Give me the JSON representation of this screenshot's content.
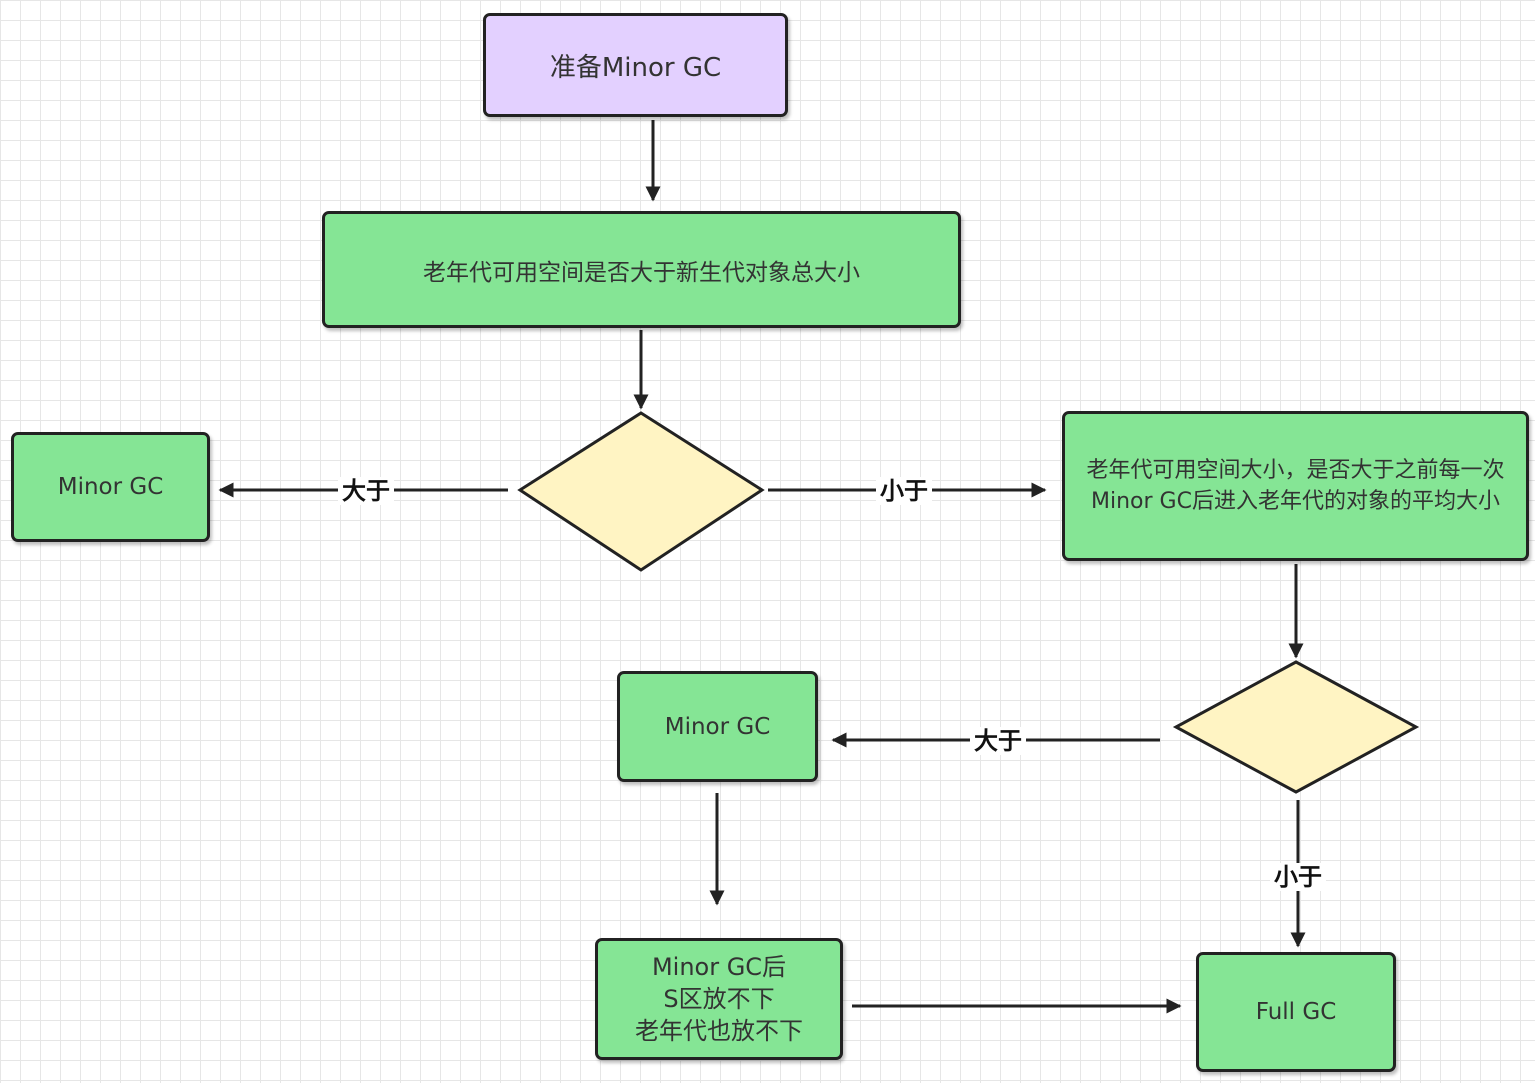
{
  "nodes": {
    "start": "准备Minor GC",
    "check_total": "老年代可用空间是否大于新生代对象总大小",
    "minor_gc_1": "Minor GC",
    "check_average": "老年代可用空间大小，是否大于之前每一次Minor GC后进入老年代的对象的平均大小",
    "minor_gc_2": "Minor GC",
    "after_minor_gc": [
      "Minor GC后",
      "S区放不下",
      "老年代也放不下"
    ],
    "full_gc": "Full GC"
  },
  "edges": {
    "greater_1": "大于",
    "less_1": "小于",
    "greater_2": "大于",
    "less_2": "小于"
  },
  "colors": {
    "process_fill": "#85e595",
    "start_fill": "#e3d0ff",
    "decision_fill": "#fff4c3",
    "stroke": "#222222"
  }
}
